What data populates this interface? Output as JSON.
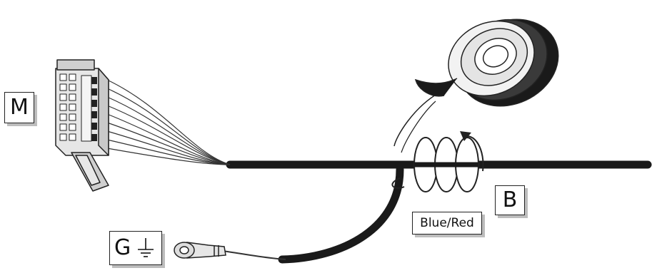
{
  "labels": {
    "connector_callout": "M",
    "tape_callout": "B",
    "ground_callout": "G",
    "wire_color": "Blue/Red"
  },
  "icons": {
    "ground": "ground-symbol-icon",
    "connector": "multi-pin-connector",
    "tape": "electrical-tape-roll",
    "ring_terminal": "ring-terminal",
    "wrap_arrow": "circular-arrow"
  },
  "colors": {
    "cable": "#1a1a1a",
    "outline": "#222222",
    "fill_gray": "#d6d6d6",
    "shadow": "#bdbdbd"
  }
}
